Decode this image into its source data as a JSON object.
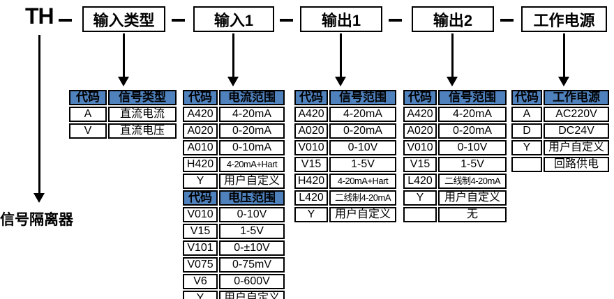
{
  "prefix": "TH",
  "dash_glyph": "-",
  "bottom_label": "信号隔离器",
  "colors": {
    "header_bg": "#4f81bd",
    "line": "#000000",
    "table_bg": "#ffffff"
  },
  "top_row": {
    "boxes": [
      {
        "label": "输入类型"
      },
      {
        "label": "输入1"
      },
      {
        "label": "输出1"
      },
      {
        "label": "输出2"
      },
      {
        "label": "工作电源"
      }
    ]
  },
  "tables": [
    {
      "id": "input-type",
      "sections": [
        {
          "headers": [
            "代码",
            "信号类型"
          ],
          "rows": [
            [
              "A",
              "直流电流"
            ],
            [
              "V",
              "直流电压"
            ]
          ]
        }
      ]
    },
    {
      "id": "input1",
      "sections": [
        {
          "headers": [
            "代码",
            "电流范围"
          ],
          "rows": [
            [
              "A420",
              "4-20mA"
            ],
            [
              "A020",
              "0-20mA"
            ],
            [
              "A010",
              "0-10mA"
            ],
            [
              "H420",
              "4-20mA+Hart"
            ],
            [
              "Y",
              "用户自定义"
            ]
          ]
        },
        {
          "headers": [
            "代码",
            "电压范围"
          ],
          "rows": [
            [
              "V010",
              "0-10V"
            ],
            [
              "V15",
              "1-5V"
            ],
            [
              "V101",
              "0-±10V"
            ],
            [
              "V075",
              "0-75mV"
            ],
            [
              "V6",
              "0-600V"
            ],
            [
              "Y",
              "用户自定义"
            ]
          ]
        }
      ]
    },
    {
      "id": "output1",
      "sections": [
        {
          "headers": [
            "代码",
            "信号范围"
          ],
          "rows": [
            [
              "A420",
              "4-20mA"
            ],
            [
              "A020",
              "0-20mA"
            ],
            [
              "V010",
              "0-10V"
            ],
            [
              "V15",
              "1-5V"
            ],
            [
              "H420",
              "4-20mA+Hart"
            ],
            [
              "L420",
              "二线制4-20mA"
            ],
            [
              "Y",
              "用户自定义"
            ]
          ]
        }
      ]
    },
    {
      "id": "output2",
      "sections": [
        {
          "headers": [
            "代码",
            "信号范围"
          ],
          "rows": [
            [
              "A420",
              "4-20mA"
            ],
            [
              "A020",
              "0-20mA"
            ],
            [
              "V010",
              "0-10V"
            ],
            [
              "V15",
              "1-5V"
            ],
            [
              "L420",
              "二线制4-20mA"
            ],
            [
              "Y",
              "用户自定义"
            ],
            [
              "",
              "无"
            ]
          ]
        }
      ]
    },
    {
      "id": "power",
      "sections": [
        {
          "headers": [
            "代码",
            "工作电源"
          ],
          "rows": [
            [
              "A",
              "AC220V"
            ],
            [
              "D",
              "DC24V"
            ],
            [
              "Y",
              "用户自定义"
            ],
            [
              "",
              "回路供电"
            ]
          ]
        }
      ]
    }
  ]
}
